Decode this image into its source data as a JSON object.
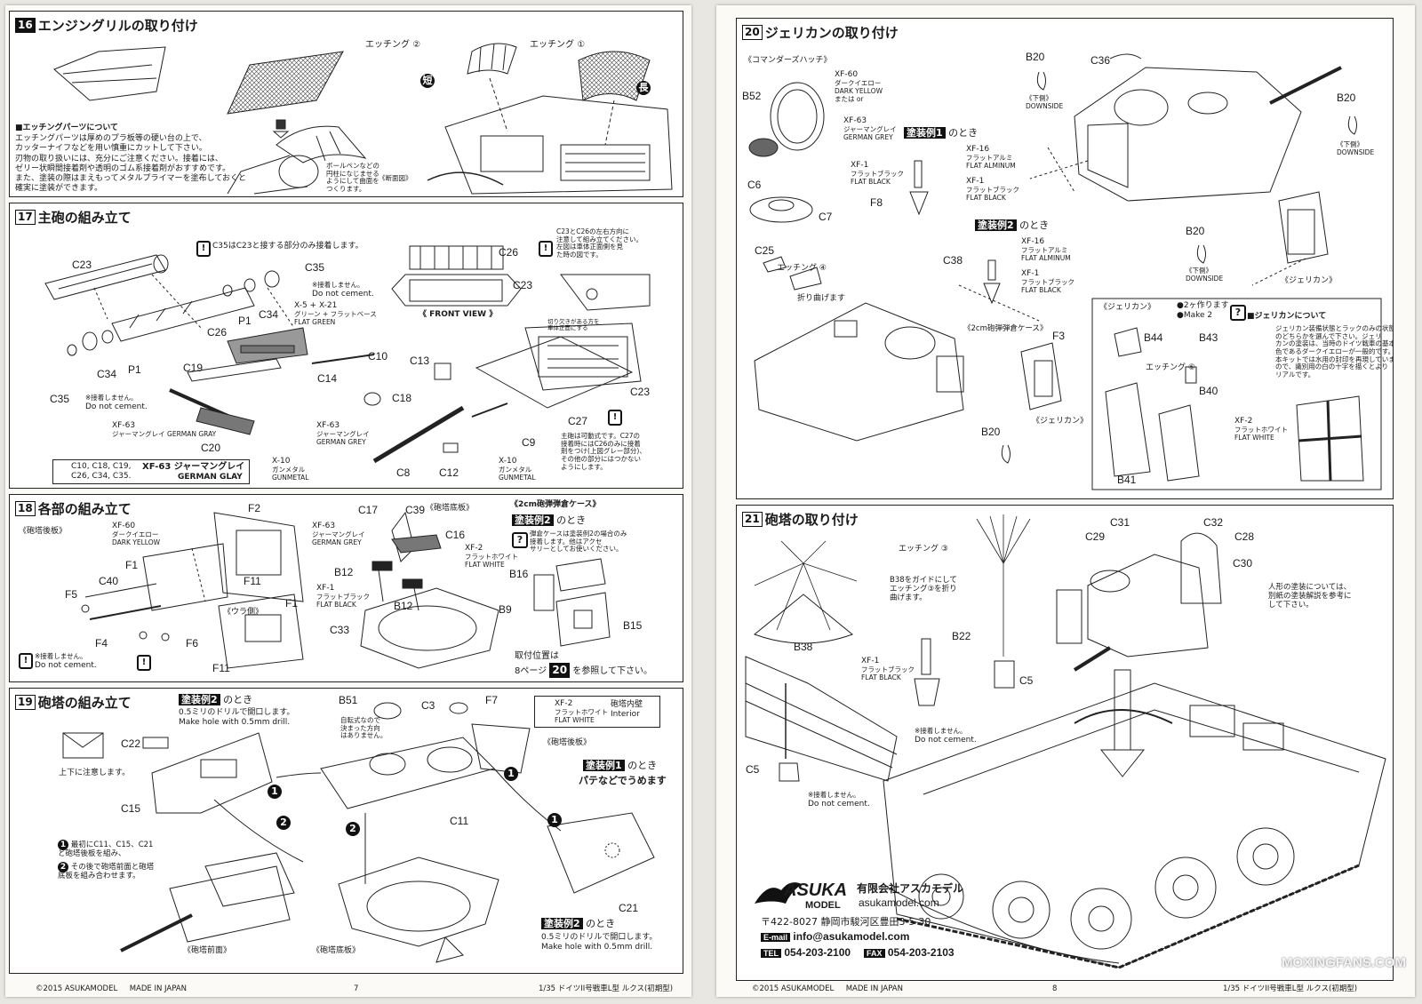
{
  "page7": {
    "step16": {
      "number": "16",
      "title": "エンジングリルの取り付け",
      "etching2": "エッチング",
      "etching2_num": "②",
      "etching1": "エッチング",
      "etching1_num": "①",
      "short": "短",
      "long": "長",
      "etch_heading": "■エッチングパーツについて",
      "etch_text": [
        "エッチングパーツは厚めのプラ板等の硬い台の上で、",
        "カッターナイフなどを用い慎重にカットして下さい。",
        "刃物の取り扱いには、充分にご注意ください。接着には、",
        "ゼリー状瞬間接着剤や透明のゴム系接着剤がおすすめです。",
        "また、塗装の際はまえもってメタルプライマーを塗布しておくと",
        "確実に塗装ができます。"
      ],
      "pen_note": [
        "ボールペンなどの",
        "円柱になじませる",
        "ようにして曲面を",
        "つくります。"
      ],
      "section_view": "《断面図》"
    },
    "step17": {
      "number": "17",
      "title": "主砲の組み立て",
      "caution_c35": "C35はC23と接する部分のみ接着します。",
      "no_cement_jp": "※接着しません。",
      "no_cement_en": "Do not cement.",
      "parts": [
        "C23",
        "C35",
        "P1",
        "C34",
        "C26",
        "C10",
        "C14",
        "C19",
        "C18",
        "C35",
        "C34",
        "P1",
        "C20",
        "C13",
        "C12",
        "C8",
        "C9",
        "C27",
        "C26",
        "C23",
        "C23"
      ],
      "paint_xf5": "X-5 + X-21",
      "paint_xf5_jp": "グリーン + フラットベース",
      "paint_xf5_en": "FLAT GREEN",
      "paint_xf63": "XF-63",
      "paint_xf63_jp": "ジャーマングレイ",
      "paint_xf63_en": "GERMAN GRAY",
      "paint_xf63b_en": "GERMAN GREY",
      "paint_x10": "X-10",
      "paint_x10_jp": "ガンメタル",
      "paint_x10_en": "GUNMETAL",
      "legend_parts_1": "C10, C18, C19,",
      "legend_parts_2": "C26, C34, C35.",
      "legend_paint": "XF-63 ジャーマングレイ",
      "legend_paint_en": "GERMAN GLAY",
      "front_view": "《 FRONT VIEW 》",
      "c26_note": [
        "C23とC26の左右方向に",
        "注意して組み立てください。",
        "左図は車体正面側を見",
        "た時の図です。"
      ],
      "cut_note": [
        "切り欠きがある方を",
        "車体正面にする"
      ],
      "movable_note": [
        "主砲は可動式です。C27の",
        "接着時にはC26のみに接着",
        "剤をつけ(上図グレー部分)、",
        "その他の部分にはつかない",
        "ようにします。"
      ]
    },
    "step18": {
      "number": "18",
      "title": "各部の組み立て",
      "rear_plate": "《砲塔後板》",
      "xf60": "XF-60",
      "xf60_jp": "ダークイエロー",
      "xf60_en": "DARK YELLOW",
      "xf63": "XF-63",
      "xf63_jp": "ジャーマングレイ",
      "xf63_en": "GERMAN GREY",
      "xf1": "XF-1",
      "xf1_jp": "フラットブラック",
      "xf1_en": "FLAT BLACK",
      "xf2": "XF-2",
      "xf2_jp": "フラットホワイト",
      "xf2_en": "FLAT WHITE",
      "turret_floor": "《砲塔底板》",
      "inner_side": "《ウラ側》",
      "parts": [
        "F2",
        "F1",
        "F11",
        "C40",
        "F5",
        "F4",
        "F6",
        "C17",
        "C39",
        "C16",
        "B12",
        "B12",
        "C33",
        "F1",
        "F11"
      ],
      "no_cement_jp": "※接着しません。",
      "no_cement_en": "Do not cement.",
      "case_title": "《2cm砲弾弾倉ケース》",
      "scheme2": "塗装例2",
      "when": "のとき",
      "case_note": [
        "弾倉ケースは塗装例2の場合のみ",
        "接着します。他はアクセ",
        "サリーとしてお使いください。"
      ],
      "case_parts": [
        "B16",
        "B9",
        "B15"
      ],
      "mount_pos1": "取付位置は",
      "mount_pos2": "8ページ",
      "mount_pos_num": "20",
      "mount_pos3": "を参照して下さい。"
    },
    "step19": {
      "number": "19",
      "title": "砲塔の組み立て",
      "scheme2": "塗装例2",
      "when": "のとき",
      "drill_jp": "0.5ミリのドリルで開口します。",
      "drill_en": "Make hole with 0.5mm drill.",
      "self_note": [
        "自転式なので",
        "決まった方向",
        "はありません。"
      ],
      "xf2": "XF-2",
      "xf2_jp": "フラットホワイト",
      "xf2_en": "FLAT WHITE",
      "interior_jp": "砲塔内壁",
      "interior_en": "Interior",
      "rear_plate": "《砲塔後板》",
      "up_down": "上下に注意します。",
      "scheme1": "塗装例1",
      "putty": "パテなどでうめます",
      "step1": "最初にC11、C15、C21と砲塔後板を組み、",
      "step2": "その後で砲塔前面と砲塔底板を組み合わせます。",
      "front_plate": "《砲塔前面》",
      "floor": "《砲塔底板》",
      "parts": [
        "C22",
        "B51",
        "C3",
        "F7",
        "C15",
        "C11",
        "C21"
      ],
      "drill2_jp": "0.5ミリのドリルで開口します。",
      "drill2_en": "Make hole with 0.5mm drill."
    },
    "footer": {
      "copyright": "©2015 ASUKAMODEL",
      "made": "MADE IN JAPAN",
      "page": "7",
      "product": "1/35 ドイツII号戦車L型 ルクス(初期型)"
    }
  },
  "page8": {
    "step20": {
      "number": "20",
      "title": "ジェリカンの取り付け",
      "commander_hatch": "《コマンダーズハッチ》",
      "xf60": "XF-60",
      "xf60_jp": "ダークイエロー",
      "xf60_en": "DARK YELLOW",
      "or": "または or",
      "xf63": "XF-63",
      "xf63_jp": "ジャーマングレイ",
      "xf63_en": "GERMAN GREY",
      "xf1": "XF-1",
      "xf1_jp": "フラットブラック",
      "xf1_en": "FLAT BLACK",
      "scheme1": "塗装例1",
      "scheme2": "塗装例2",
      "when": "のとき",
      "xf16": "XF-16",
      "xf16_jp": "フラットアルミ",
      "xf16_en": "FLAT ALMINUM",
      "etching4": "エッチング ④",
      "bend": "折り曲げます",
      "case": "《2cm砲弾弾倉ケース》",
      "jerrican": "《ジェリカン》",
      "downside_jp": "《下側》",
      "downside_en": "DOWNSIDE",
      "parts": [
        "B20",
        "C36",
        "B20",
        "B52",
        "C6",
        "C7",
        "C25",
        "F8",
        "C38",
        "F3",
        "B20",
        "B20"
      ],
      "jc_title": "《ジェリカン》",
      "make2_jp": "●2ヶ作ります",
      "make2_en": "●Make 2",
      "etching6": "エッチング ⑥",
      "jc_parts": [
        "B44",
        "B43",
        "B40",
        "B41"
      ],
      "jc_heading": "■ジェリカンについて",
      "jc_text": [
        "ジェリカン装備状態とラックのみの状態",
        "のどちらかを選んで下さい。ジェリ",
        "カンの塗装は、当時のドイツ戦車の基本",
        "色であるダークイエローが一般的です。",
        "本キットでは水用の封印を再現しています",
        "ので、識別用の白の十字を描くとより",
        "リアルです。"
      ],
      "xf2": "XF-2",
      "xf2_jp": "フラットホワイト",
      "xf2_en": "FLAT WHITE"
    },
    "step21": {
      "number": "21",
      "title": "砲塔の取り付け",
      "etching3": "エッチング ③",
      "b38_note": [
        "B38をガイドにして",
        "エッチング③を折り",
        "曲げます。"
      ],
      "parts": [
        "B38",
        "B22",
        "C5",
        "C5",
        "C31",
        "C32",
        "C29",
        "C28",
        "C30"
      ],
      "xf1": "XF-1",
      "xf1_jp": "フラットブラック",
      "xf1_en": "FLAT BLACK",
      "no_cement_jp": "※接着しません。",
      "no_cement_en": "Do not cement.",
      "figure_note": [
        "人形の塗装については、",
        "別紙の塗装解説を参考に",
        "して下さい。"
      ]
    },
    "company": {
      "brand": "ASUKA",
      "brand_sub": "MODEL",
      "name_jp": "有限会社アスカモデル",
      "url": "asukamodel.com",
      "address": "〒422-8027 静岡市駿河区豊田3-5-30",
      "email_label": "E-mail",
      "email": "info@asukamodel.com",
      "tel_label": "TEL",
      "tel": "054-203-2100",
      "fax_label": "FAX",
      "fax": "054-203-2103"
    },
    "footer": {
      "copyright": "©2015 ASUKAMODEL",
      "made": "MADE IN JAPAN",
      "page": "8",
      "product": "1/35 ドイツII号戦車L型 ルクス(初期型)"
    },
    "watermark": "MOXINGFANS.COM"
  }
}
